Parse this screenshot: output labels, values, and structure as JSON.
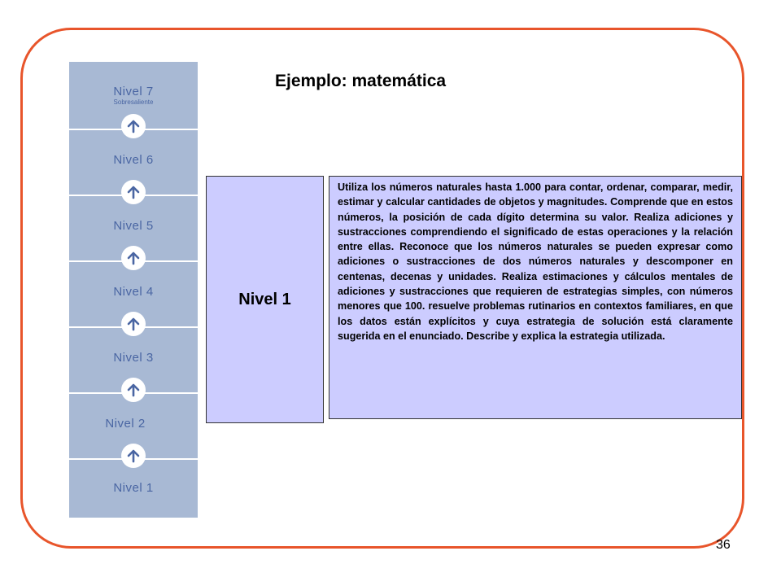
{
  "slide": {
    "title": "Ejemplo: matemática",
    "page_number": "36",
    "accent_color": "#e8552b"
  },
  "ladder": {
    "levels": [
      {
        "label": "Nivel 7",
        "sublabel": "Sobresaliente"
      },
      {
        "label": "Nivel 6"
      },
      {
        "label": "Nivel 5"
      },
      {
        "label": "Nivel 4"
      },
      {
        "label": "Nivel 3"
      },
      {
        "label": "Nivel 2"
      },
      {
        "label": "Nivel 1"
      }
    ],
    "arrow_icon": "arrow-up-icon",
    "block_color": "#a8b9d4",
    "text_color": "#4a66a3"
  },
  "level_box": {
    "label": "Nivel 1",
    "color": "#ccccff"
  },
  "description": {
    "text": "Utiliza los números naturales hasta 1.000 para contar, ordenar, comparar, medir, estimar y calcular cantidades de objetos y magnitudes. Comprende que en estos números, la posición de cada dígito determina su valor. Realiza adiciones y sustracciones comprendiendo el significado de estas operaciones y la relación entre ellas. Reconoce que los números naturales se pueden expresar como adiciones o sustracciones de dos números naturales y descomponer en centenas, decenas y unidades. Realiza estimaciones y cálculos mentales de adiciones y sustracciones que requieren de estrategias simples, con números menores que 100. resuelve problemas rutinarios en contextos familiares, en que los datos están explícitos y cuya estrategia de solución está claramente sugerida en el enunciado. Describe y explica la estrategia utilizada."
  }
}
